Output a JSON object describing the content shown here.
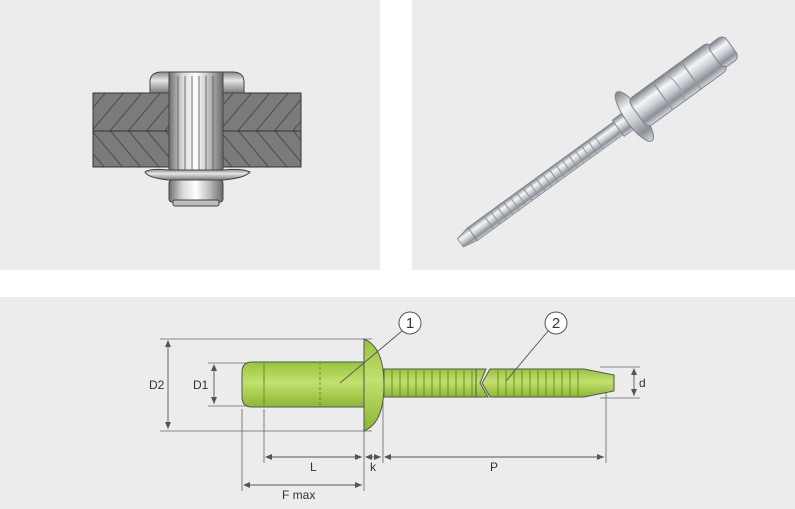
{
  "colors": {
    "panel_bg": "#ececec",
    "plate_gray": "#7b7b7b",
    "rivet_green": "#a9cf4f",
    "dim_line": "#555555"
  },
  "figures": {
    "section_view": {
      "icon": "rivet-cross-section-icon"
    },
    "photo_view": {
      "icon": "blind-rivet-photo-icon"
    },
    "dimension_view": {
      "callouts": [
        "1",
        "2"
      ],
      "labels": {
        "d2": "D2",
        "d1": "D1",
        "d": "d",
        "l": "L",
        "k": "k",
        "p": "P",
        "f_max": "F max"
      }
    }
  }
}
